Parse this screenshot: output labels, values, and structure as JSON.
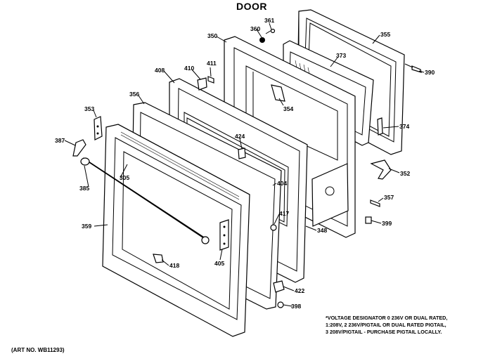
{
  "title": "DOOR",
  "art_number": "(ART NO. WB11293)",
  "note": [
    "*VOLTAGE DESIGNATOR 0 236V OR DUAL RATED,",
    "1:208V, 2 236V/PIGTAIL OR DUAL RATED PIGTAIL,",
    "3 208V/PIGTAIL - PURCHASE PIGTAIL LOCALLY."
  ],
  "parts": {
    "p355": "355",
    "p361": "361",
    "p360": "360",
    "p350": "350",
    "p373": "373",
    "p390": "390",
    "p408": "408",
    "p410": "410",
    "p411": "411",
    "p354": "354",
    "p374": "374",
    "p356": "356",
    "p353": "353",
    "p424": "424",
    "p352": "352",
    "p387": "387",
    "p385": "385",
    "p305": "305",
    "p404": "404",
    "p357": "357",
    "p417": "417",
    "p399": "399",
    "p359": "359",
    "p348": "348",
    "p405": "405",
    "p418": "418",
    "p422": "422",
    "p398": "398"
  }
}
